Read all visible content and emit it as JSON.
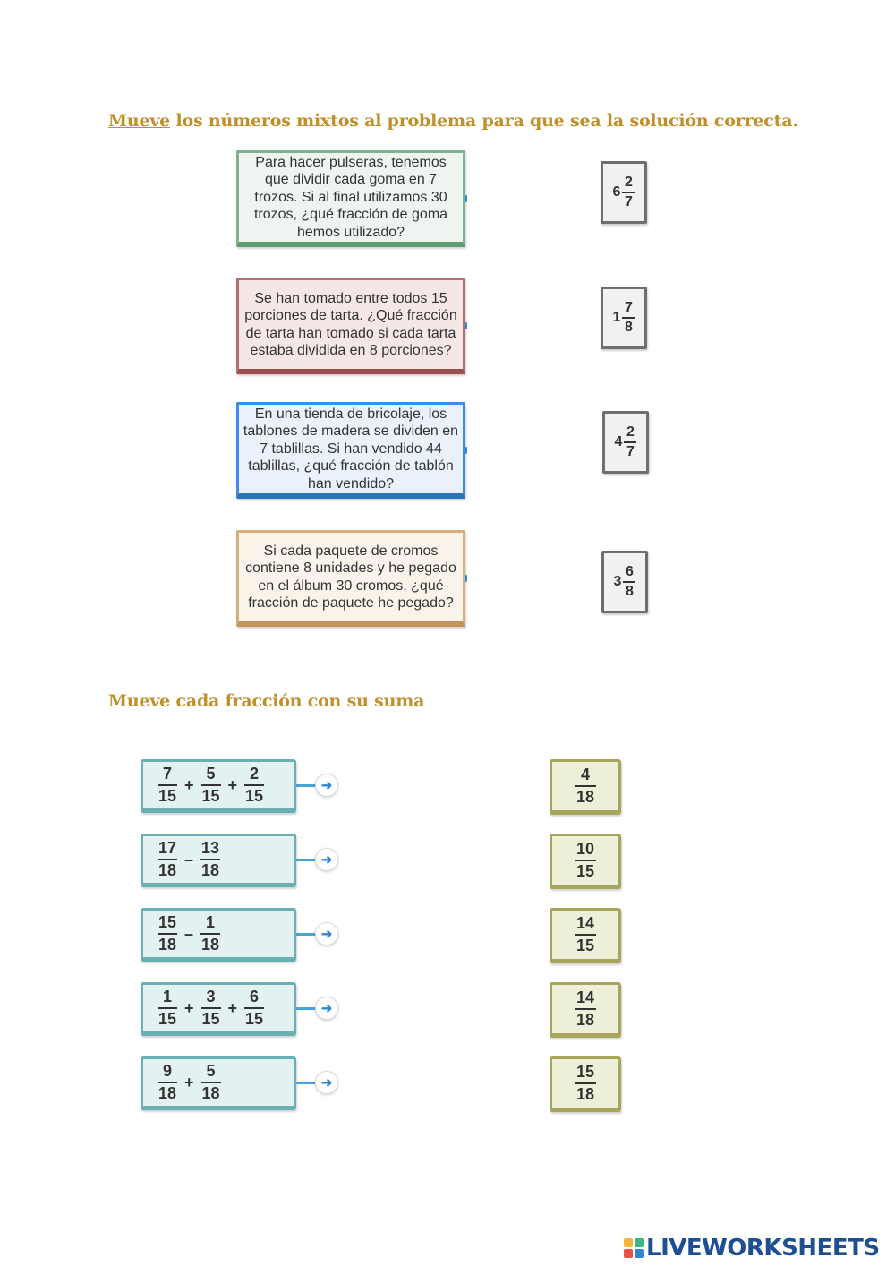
{
  "section1": {
    "title_link": "Mueve",
    "title_rest": " los números mixtos al problema para que sea la solución correcta.",
    "problems": [
      "Para hacer pulseras, tenemos que dividir cada goma en 7 trozos. Si al final utilizamos 30 trozos, ¿qué fracción de goma hemos utilizado?",
      "Se han tomado entre todos 15 porciones de tarta. ¿Qué fracción de tarta han tomado si cada tarta estaba dividida en 8 porciones?",
      "En una tienda de bricolaje, los tablones de madera se dividen en 7 tablillas. Si han vendido 44 tablillas, ¿qué fracción de tablón han vendido?",
      "Si cada paquete de cromos contiene 8 unidades y he pegado en el álbum 30 cromos, ¿qué fracción de paquete he pegado?"
    ],
    "mixed_numbers": [
      {
        "whole": "6",
        "num": "2",
        "den": "7"
      },
      {
        "whole": "1",
        "num": "7",
        "den": "8"
      },
      {
        "whole": "4",
        "num": "2",
        "den": "7"
      },
      {
        "whole": "3",
        "num": "6",
        "den": "8"
      }
    ]
  },
  "section2": {
    "title": "Mueve cada fracción con su suma",
    "expressions": [
      {
        "t1n": "7",
        "t1d": "15",
        "op1": "+",
        "t2n": "5",
        "t2d": "15",
        "op2": "+",
        "t3n": "2",
        "t3d": "15"
      },
      {
        "t1n": "17",
        "t1d": "18",
        "op1": "–",
        "t2n": "13",
        "t2d": "18"
      },
      {
        "t1n": "15",
        "t1d": "18",
        "op1": "–",
        "t2n": "1",
        "t2d": "18"
      },
      {
        "t1n": "1",
        "t1d": "15",
        "op1": "+",
        "t2n": "3",
        "t2d": "15",
        "op2": "+",
        "t3n": "6",
        "t3d": "15"
      },
      {
        "t1n": "9",
        "t1d": "18",
        "op1": "+",
        "t2n": "5",
        "t2d": "18"
      }
    ],
    "arrow_icon": "arrow-right-icon",
    "answers": [
      {
        "num": "4",
        "den": "18"
      },
      {
        "num": "10",
        "den": "15"
      },
      {
        "num": "14",
        "den": "15"
      },
      {
        "num": "14",
        "den": "18"
      },
      {
        "num": "15",
        "den": "18"
      }
    ]
  },
  "footer": {
    "logo_text": "LIVEWORKSHEETS",
    "logo_colors": [
      "#f2b83b",
      "#3eb489",
      "#e7514a",
      "#2f86d6"
    ]
  },
  "colors": {
    "heading": "#c1902a",
    "connector": "#4aa3d6"
  }
}
